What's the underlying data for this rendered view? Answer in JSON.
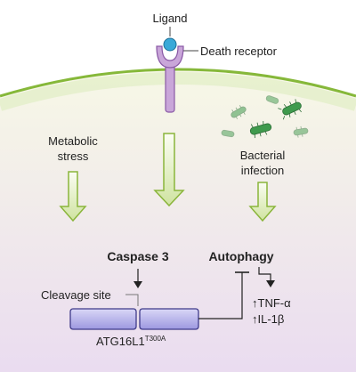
{
  "labels": {
    "ligand": "Ligand",
    "death_receptor": "Death receptor",
    "metabolic_stress_line1": "Metabolic",
    "metabolic_stress_line2": "stress",
    "bacterial_line1": "Bacterial",
    "bacterial_line2": "infection",
    "caspase3": "Caspase 3",
    "autophagy": "Autophagy",
    "cleavage_site": "Cleavage site",
    "protein_name": "ATG16L1",
    "protein_mutation": "T300A",
    "tnf": "↑TNF-α",
    "il1b": "↑IL-1β"
  },
  "colors": {
    "cytoplasm_top": "#f7f8e6",
    "cytoplasm_bottom": "#eadcf0",
    "membrane": "#86b83a",
    "membrane_glow": "#cfe3a6",
    "receptor": "#c9a6d9",
    "receptor_stroke": "#8a5aa6",
    "ligand": "#3aa9d8",
    "arrow_fill": "#e2eec5",
    "arrow_stroke": "#8ab53b",
    "protein_fill": "#b6b2ea",
    "protein_stroke": "#3f3b8a",
    "bacteria": "#3f9a4d"
  },
  "icons": [
    "ligand-receptor-icon",
    "bacteria-icon",
    "block-arrow-icon"
  ]
}
